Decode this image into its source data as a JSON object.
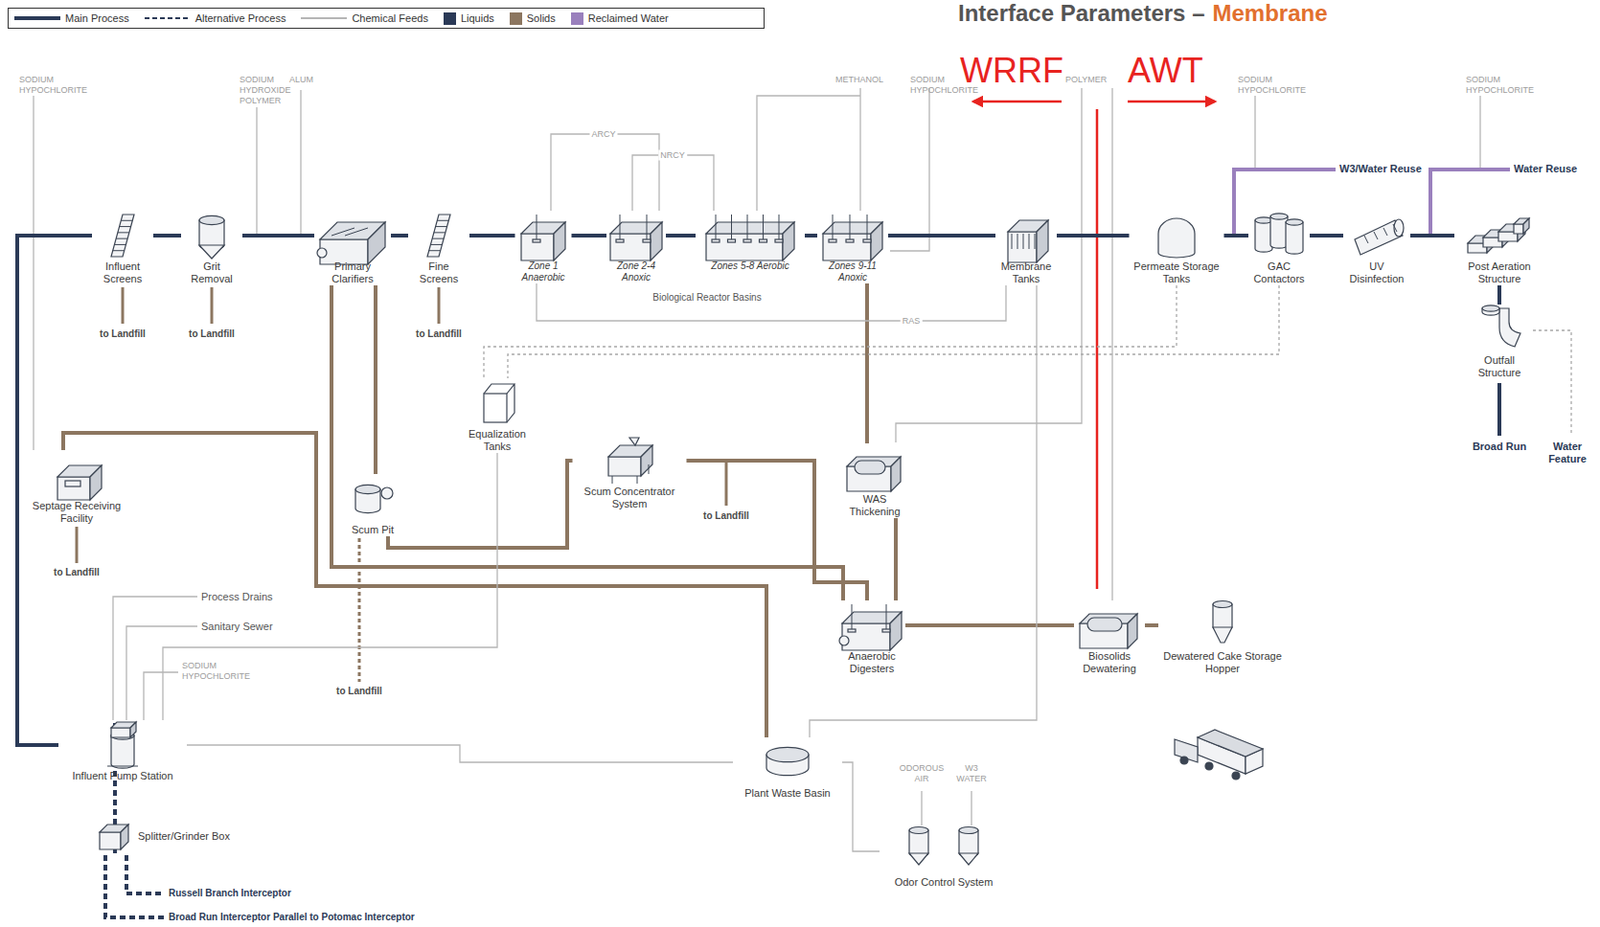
{
  "diagram": {
    "nodes": [
      {
        "text": [
          "Influent Screens"
        ]
      },
      {
        "text": [
          "Grit Removal"
        ]
      },
      {
        "text": [
          "Primary Clarifiers"
        ]
      },
      {
        "text": [
          "Fine Screens"
        ]
      },
      {
        "text": [
          "Zone 1 Anaerobic"
        ]
      },
      {
        "text": [
          "Zone 2-4 Anoxic"
        ]
      },
      {
        "text": [
          "Zones 5-8 Aerobic"
        ]
      },
      {
        "text": [
          "Zones 9-11 Anoxic"
        ]
      },
      {
        "text": [
          "Membrane Tanks"
        ]
      },
      {
        "text": [
          "Permeate Storage Tanks"
        ]
      },
      {
        "text": [
          "GAC Contactors"
        ]
      },
      {
        "text": [
          "UV Disinfection"
        ]
      },
      {
        "text": [
          "Post Aeration Structure"
        ]
      },
      {
        "text": [
          "Outfall Structure"
        ]
      },
      {
        "text": [
          "Septage Receiving Facility"
        ]
      },
      {
        "text": [
          "Scum Pit"
        ]
      },
      {
        "text": [
          "Equalization Tanks"
        ]
      },
      {
        "text": [
          "Scum Concentrator System"
        ]
      },
      {
        "text": [
          "WAS Thickening"
        ]
      },
      {
        "text": [
          "Anaerobic Digesters"
        ]
      },
      {
        "text": [
          "Biosolids Dewatering"
        ]
      },
      {
        "text": [
          "Dewatered Cake Storage Hopper"
        ]
      },
      {
        "text": [
          "Plant Waste Basin"
        ]
      },
      {
        "text": [
          "Influent Pump Station"
        ]
      },
      {
        "text": [
          "Splitter/Grinder Box"
        ]
      },
      {
        "text": [
          "Odor Control System"
        ]
      }
    ],
    "edges": [
      {
        "from": 0,
        "to": 1,
        "arrow": "none"
      },
      {
        "from": 1,
        "to": 2,
        "arrow": "none"
      },
      {
        "from": 2,
        "to": 3,
        "arrow": "none"
      },
      {
        "from": 3,
        "to": 4,
        "arrow": "none"
      },
      {
        "from": 4,
        "to": 5,
        "arrow": "none"
      },
      {
        "from": 5,
        "to": 6,
        "arrow": "none"
      },
      {
        "from": 6,
        "to": 7,
        "arrow": "none"
      },
      {
        "from": 7,
        "to": 8,
        "arrow": "none"
      },
      {
        "from": 8,
        "to": 9,
        "arrow": "none"
      },
      {
        "from": 9,
        "to": 10,
        "arrow": "none"
      },
      {
        "from": 10,
        "to": 11,
        "arrow": "none"
      },
      {
        "from": 11,
        "to": 12,
        "arrow": "none"
      },
      {
        "from": 12,
        "to": 13,
        "arrow": "none"
      },
      {
        "from": 23,
        "to": 0,
        "arrow": "none"
      },
      {
        "from": 24,
        "to": 23,
        "arrow": "none"
      },
      {
        "from": 2,
        "to": 15,
        "arrow": "none"
      },
      {
        "from": 2,
        "to": 19,
        "arrow": "none"
      },
      {
        "from": 14,
        "to": 22,
        "arrow": "none"
      },
      {
        "from": 15,
        "to": 17,
        "arrow": "none"
      },
      {
        "from": 17,
        "to": 19,
        "arrow": "none"
      },
      {
        "from": 7,
        "to": 18,
        "arrow": "none"
      },
      {
        "from": 18,
        "to": 19,
        "arrow": "none"
      },
      {
        "from": 19,
        "to": 20,
        "arrow": "none"
      },
      {
        "from": 20,
        "to": 21,
        "arrow": "none"
      },
      {
        "from": 22,
        "to": 23,
        "arrow": "none"
      },
      {
        "from": 8,
        "to": 22,
        "arrow": "none"
      },
      {
        "from": 25,
        "to": 22,
        "arrow": "none"
      },
      {
        "from": 16,
        "to": 23,
        "arrow": "none"
      },
      {
        "from": 5,
        "to": 4,
        "label": "ARCY",
        "arrow": "none"
      },
      {
        "from": 6,
        "to": 5,
        "label": "NRCY",
        "arrow": "none"
      },
      {
        "from": 8,
        "to": 4,
        "label": "RAS",
        "arrow": "none"
      },
      {
        "from": 9,
        "to": 16,
        "arrow": "none"
      },
      {
        "from": 10,
        "to": 16,
        "arrow": "none"
      }
    ],
    "labels": [
      "Interface Parameters –",
      "Membrane",
      "WRRF",
      "AWT",
      "SODIUM HYPOCHLORITE",
      "SODIUM HYDROXIDE POLYMER",
      "ALUM",
      "METHANOL",
      "SODIUM HYPOCHLORITE",
      "POLYMER",
      "SODIUM HYPOCHLORITE",
      "SODIUM HYPOCHLORITE",
      "W3/Water Reuse",
      "Water Reuse",
      "Biological Reactor Basins",
      "to Landfill",
      "to Landfill",
      "to Landfill",
      "to Landfill",
      "to Landfill",
      "to Landfill",
      "Broad Run",
      "Water Feature",
      "Process Drains",
      "Sanitary Sewer",
      "SODIUM HYPOCHLORITE",
      "Russell Branch Interceptor",
      "Broad Run Interceptor Parallel to Potomac Interceptor",
      "ODOROUS AIR",
      "W3 WATER"
    ],
    "legend": [
      {
        "text": "Main Process"
      },
      {
        "text": "Alternative Process"
      },
      {
        "text": "Chemical Feeds"
      },
      {
        "text": "Liquids",
        "color": "#2b3a57"
      },
      {
        "text": "Solids",
        "color": "#8c7660"
      },
      {
        "text": "Reclaimed Water",
        "color": "#9a80bd"
      }
    ]
  }
}
